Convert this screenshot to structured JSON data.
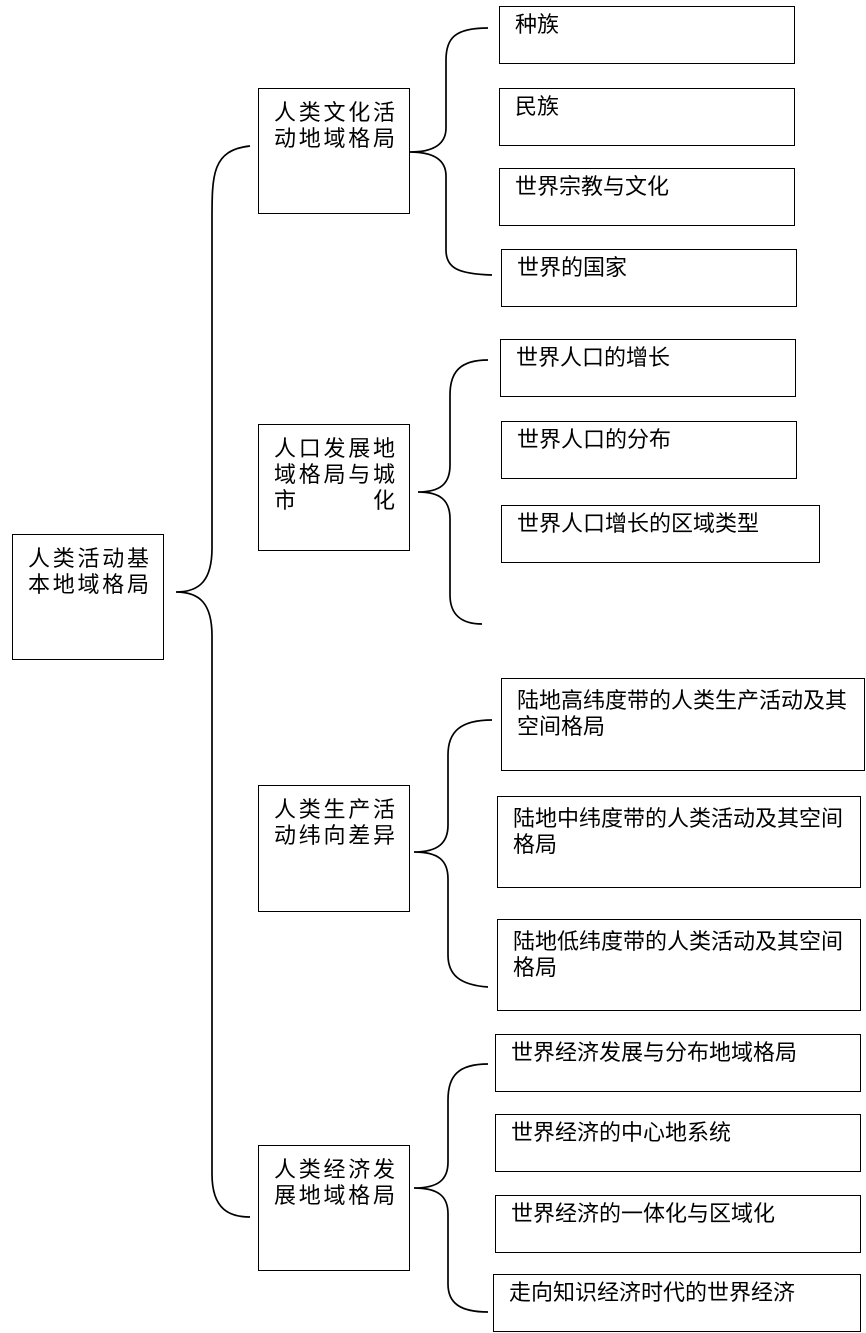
{
  "root": {
    "label": "人类活动基本地域格局"
  },
  "branches": [
    {
      "label": "人类文化活动地域格局",
      "children": [
        "种族",
        "民族",
        "世界宗教与文化",
        "世界的国家"
      ]
    },
    {
      "label": "人口发展地域格局与城市化",
      "children": [
        "世界人口的增长",
        "世界人口的分布",
        "世界人口增长的区域类型"
      ]
    },
    {
      "label": "人类生产活动纬向差异",
      "children": [
        "陆地高纬度带的人类生产活动及其空间格局",
        "陆地中纬度带的人类活动及其空间格局",
        "陆地低纬度带的人类活动及其空间格局"
      ]
    },
    {
      "label": "人类经济发展地域格局",
      "children": [
        "世界经济发展与分布地域格局",
        "世界经济的中心地系统",
        "世界经济的一体化与区域化",
        "走向知识经济时代的世界经济"
      ]
    }
  ]
}
